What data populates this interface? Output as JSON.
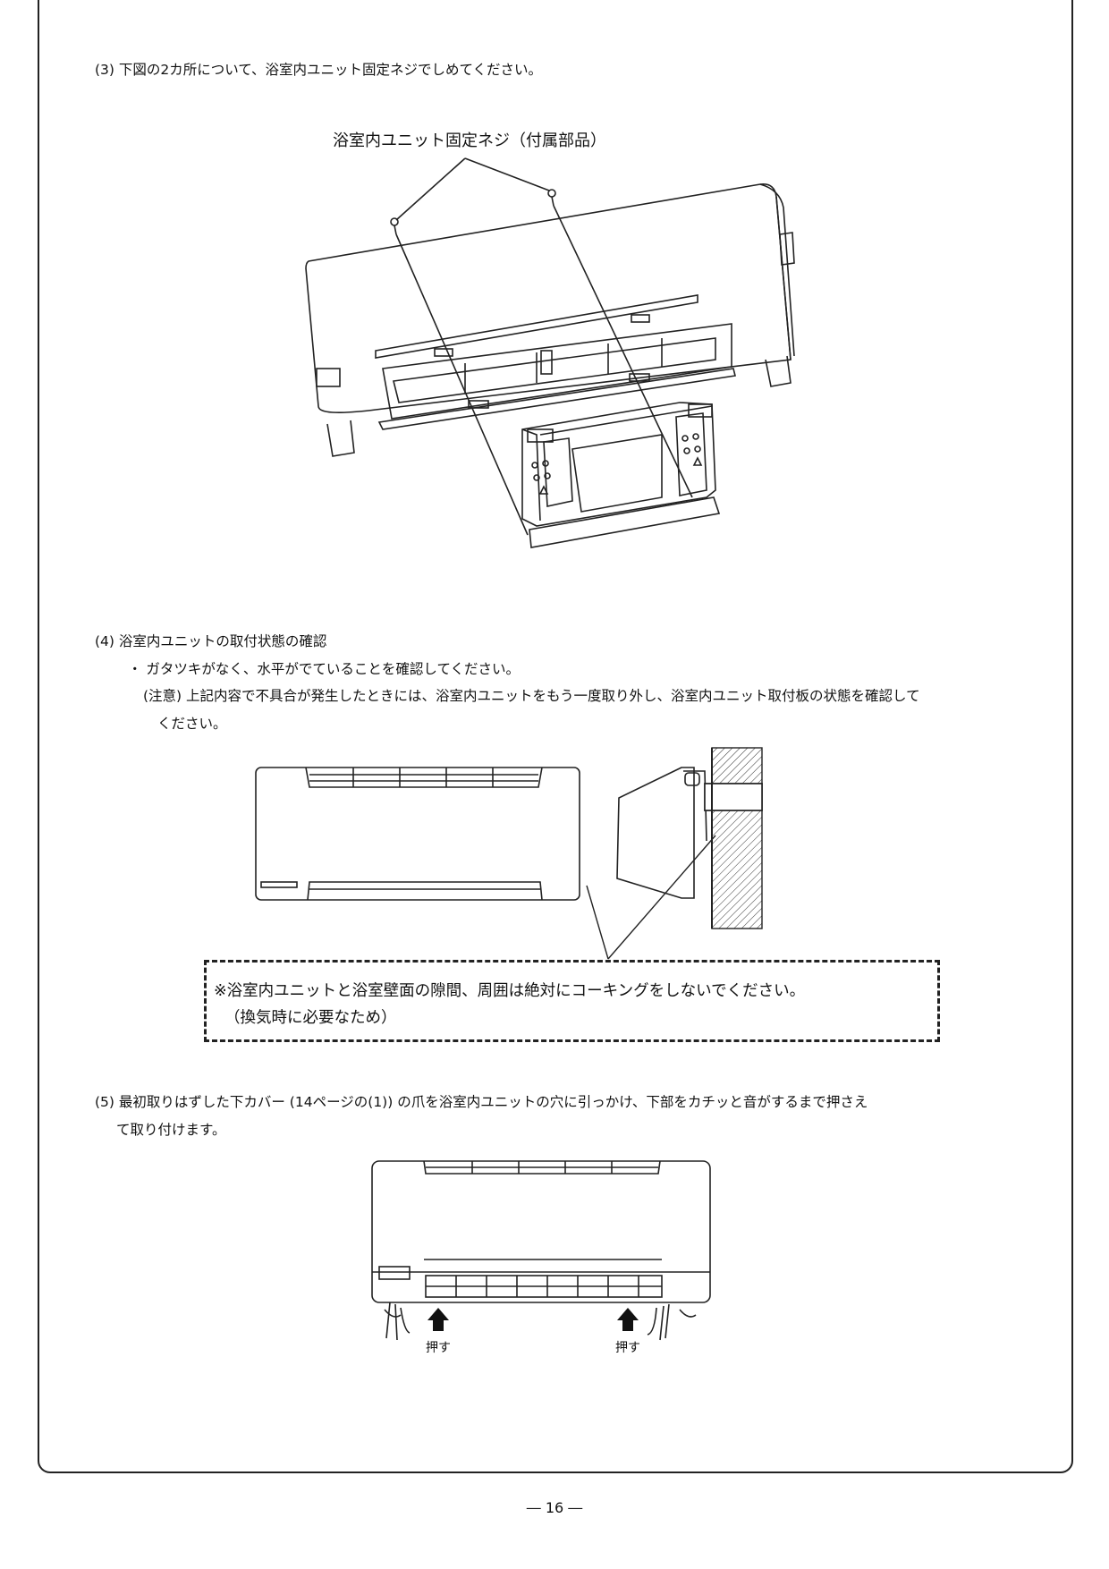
{
  "step3": {
    "text": "(3) 下図の2カ所について、浴室内ユニット固定ネジでしめてください。",
    "figure_label": "浴室内ユニット固定ネジ（付属部品）"
  },
  "step4": {
    "title": "(4) 浴室内ユニットの取付状態の確認",
    "bullet": "・ ガタツキがなく、水平がでていることを確認してください。",
    "note_line1": "(注意) 上記内容で不具合が発生したときには、浴室内ユニットをもう一度取り外し、浴室内ユニット取付板の状態を確認して",
    "note_line2": "ください。",
    "box_line1": "※浴室内ユニットと浴室壁面の隙間、周囲は絶対にコーキングをしないでください。",
    "box_line2": "（換気時に必要なため）"
  },
  "step5": {
    "line1": "(5) 最初取りはずした下カバー (14ページの(1)) の爪を浴室内ユニットの穴に引っかけ、下部をカチッと音がするまで押さえ",
    "line2": "て取り付けます。",
    "push_label_left": "押す",
    "push_label_right": "押す"
  },
  "page_number": "― 16 ―"
}
